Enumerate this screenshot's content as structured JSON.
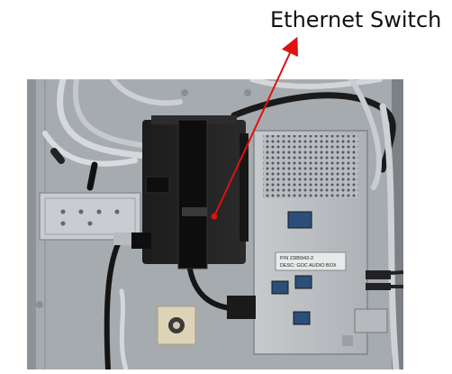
{
  "callout": {
    "label": "Ethernet Switch",
    "arrow_color": "#e01010"
  },
  "photo": {
    "objects": [
      "gray-metal-panel",
      "cable-bundle",
      "black-ethernet-switch-with-velcro-strap",
      "silver-audio-box",
      "metal-bracket-left",
      "beige-outlet-box",
      "connectors"
    ],
    "audio_box_label": {
      "line1": "P/N 2385943-2",
      "line2": "DESC: GOC AUDIO BOX"
    }
  }
}
